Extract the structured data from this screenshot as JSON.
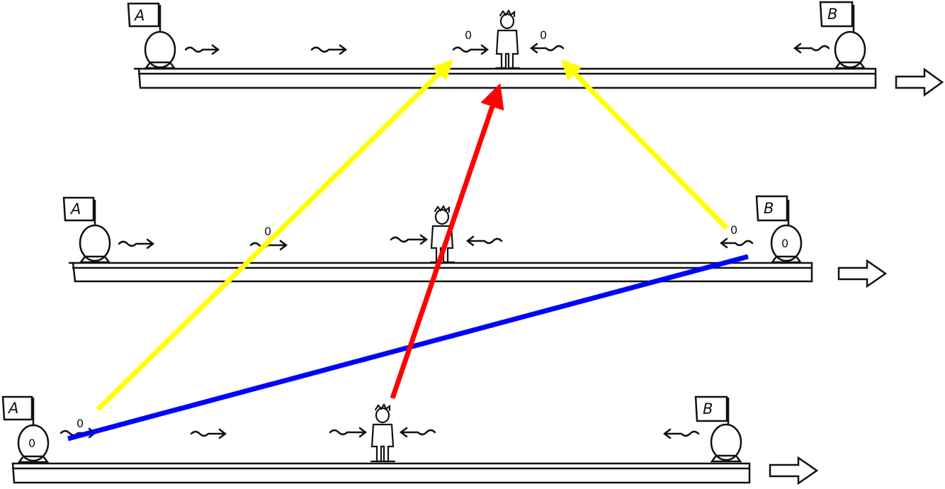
{
  "colors": {
    "ink": "#111111",
    "yellow": "#ffff00",
    "red": "#ff0000",
    "blue": "#0000ff"
  },
  "icons": {
    "clock": "clock-icon",
    "flag": "flag-icon",
    "observer": "observer-icon",
    "motion": "motion-arrow-icon",
    "wave": "light-signal-icon"
  },
  "scenes": [
    {
      "id": "top",
      "flag_a": "A",
      "flag_b": "B",
      "clock_a_reading": "",
      "clock_b_reading": "",
      "signal_a_marker": "0",
      "signal_b_marker": "0"
    },
    {
      "id": "middle",
      "flag_a": "A",
      "flag_b": "B",
      "clock_a_reading": "",
      "clock_b_reading": "0",
      "signal_a_marker": "0",
      "signal_b_marker": "0"
    },
    {
      "id": "bottom",
      "flag_a": "A",
      "flag_b": "B",
      "clock_a_reading": "0",
      "clock_b_reading": "",
      "signal_a_marker": "0",
      "signal_b_marker": ""
    }
  ]
}
